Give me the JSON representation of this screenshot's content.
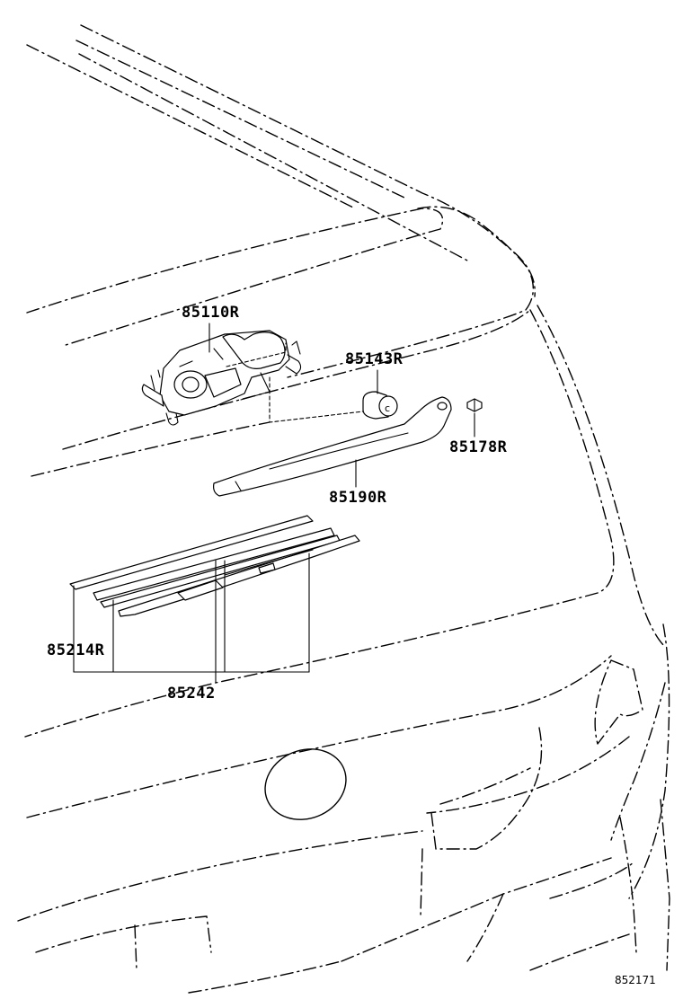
{
  "diagram": {
    "parts": [
      {
        "id": "motor",
        "number": "85110R"
      },
      {
        "id": "cap",
        "number": "85143R"
      },
      {
        "id": "nut",
        "number": "85178R"
      },
      {
        "id": "arm",
        "number": "85190R"
      },
      {
        "id": "blade_rubber",
        "number": "85214R"
      },
      {
        "id": "blade_assy",
        "number": "85242"
      }
    ],
    "illustration_code": "852171"
  }
}
